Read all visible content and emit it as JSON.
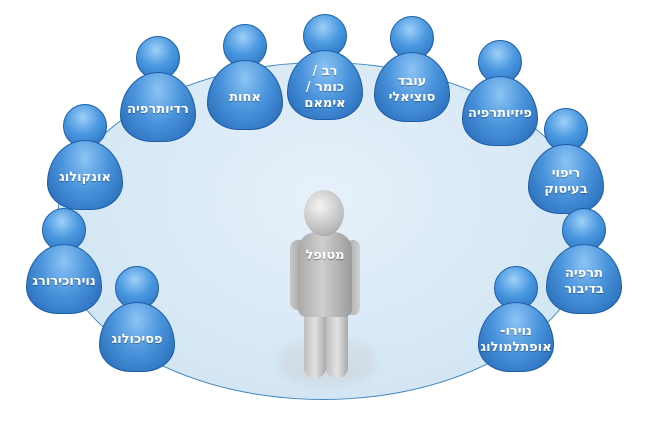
{
  "title": "Multidisciplinary care team around the patient",
  "colors": {
    "figure_blue": "#3c8ad6",
    "ring_fill": "#d4e6f4",
    "ring_border": "#3f86bf",
    "patient_gray": "#b4b4b4"
  },
  "patient": {
    "label": "מטופל"
  },
  "team": [
    {
      "label": "רב /\nכומר /\nאימאם"
    },
    {
      "label": "עובד\nסוציאלי"
    },
    {
      "label": "פיזיותרפיה"
    },
    {
      "label": "ריפוי\nבעיסוק"
    },
    {
      "label": "תרפיה\nבדיבור"
    },
    {
      "label": "נוירו-\nאופתלמולוג"
    },
    {
      "label": "פסיכולוג"
    },
    {
      "label": "נוירוכירורג"
    },
    {
      "label": "אונקולוג"
    },
    {
      "label": "רדיותרפיה"
    },
    {
      "label": "אחות"
    }
  ]
}
